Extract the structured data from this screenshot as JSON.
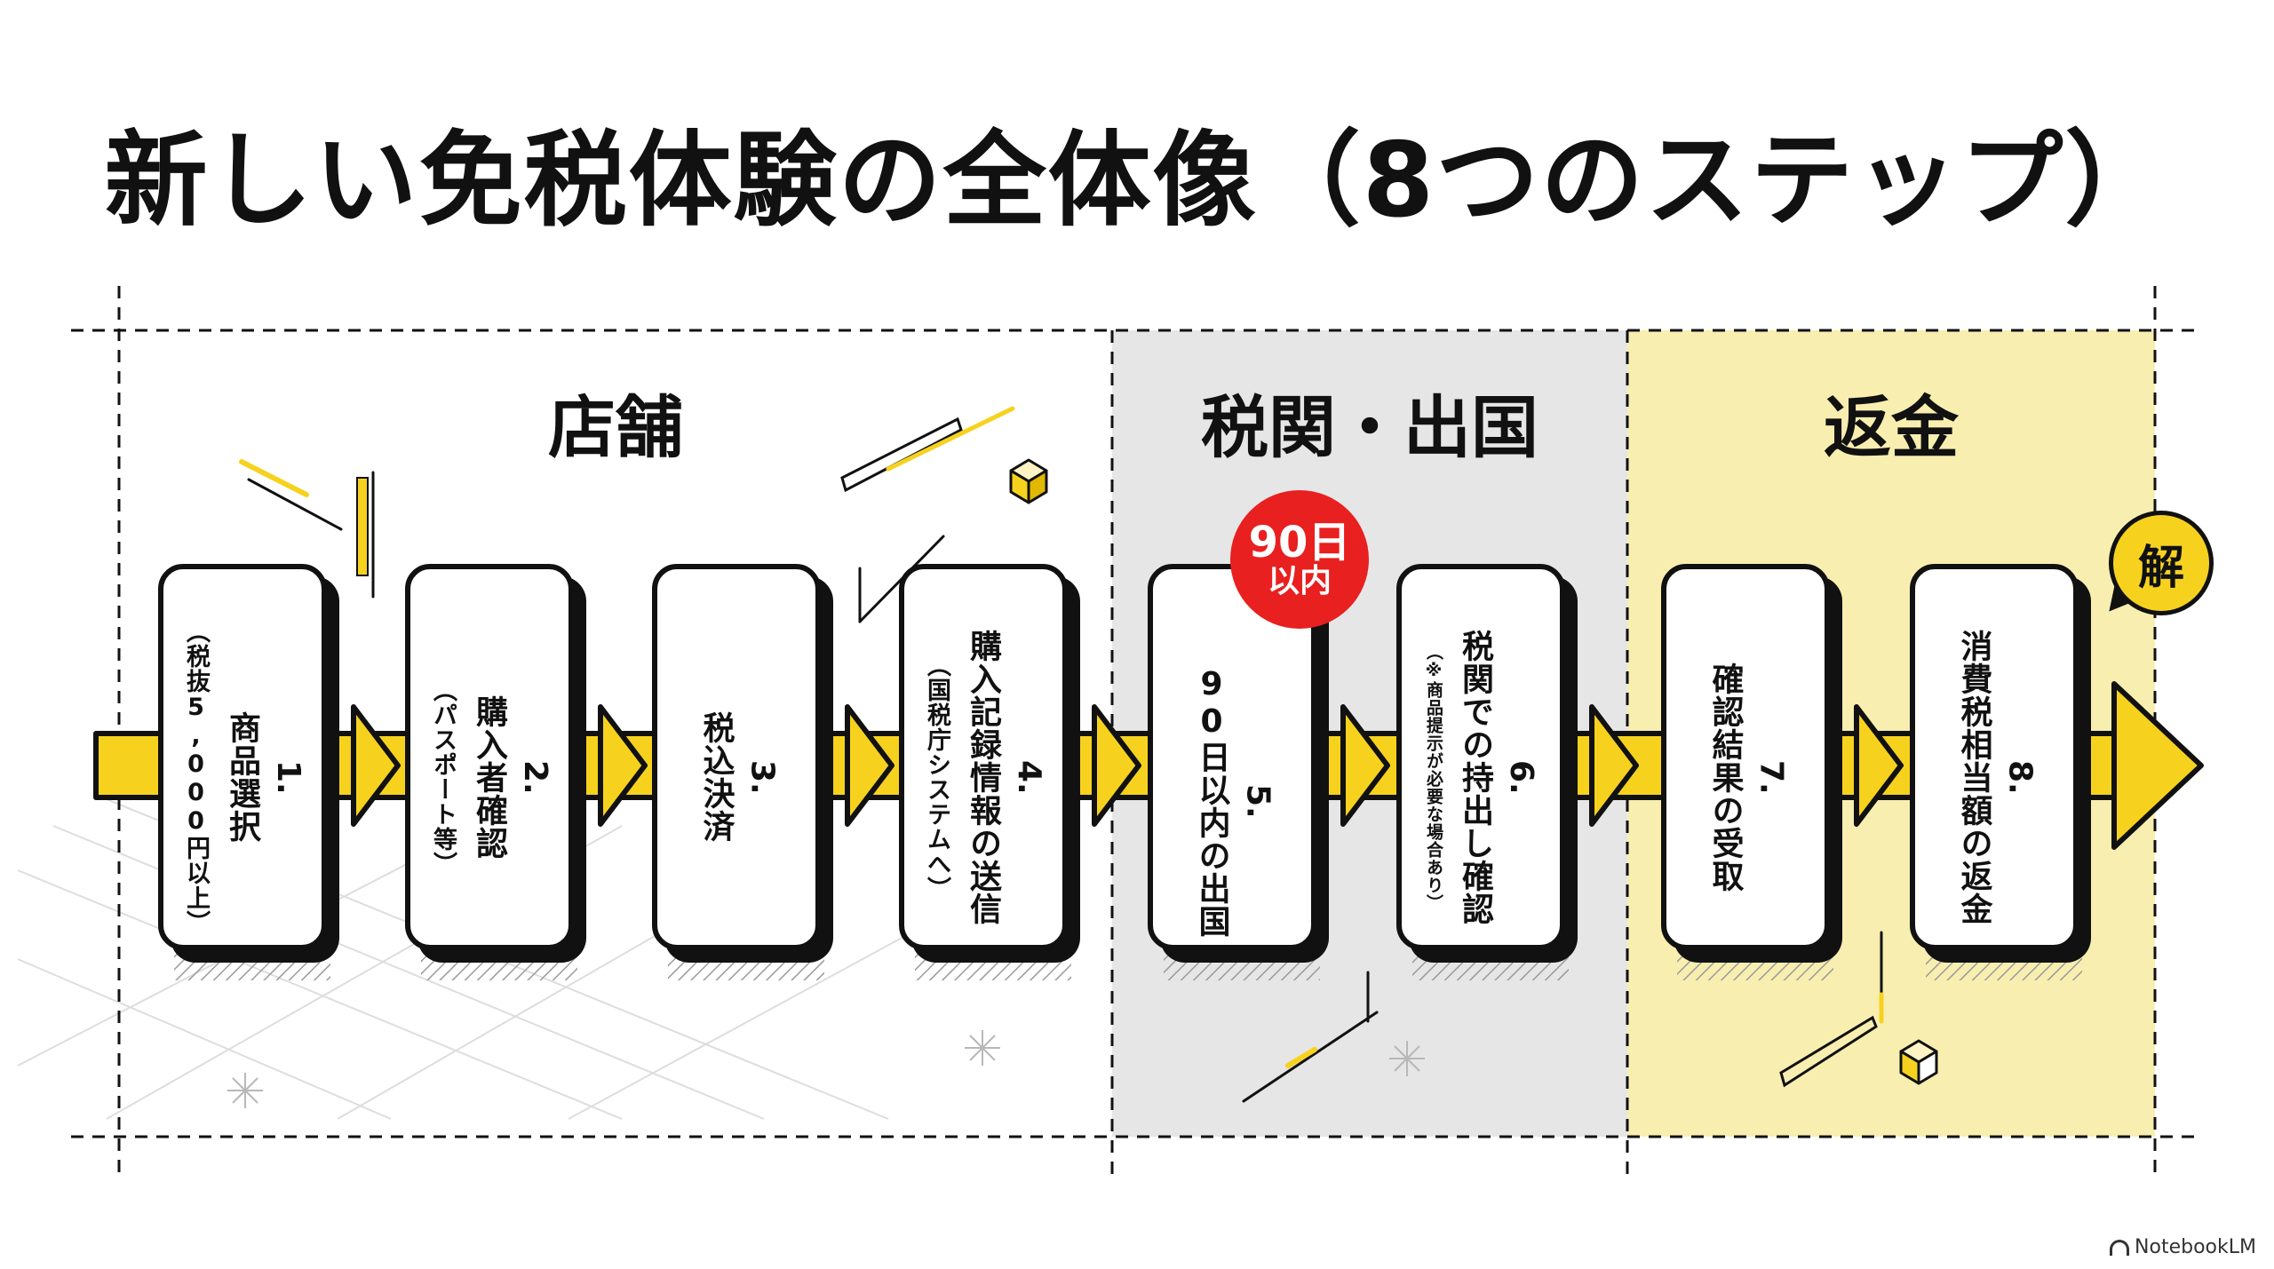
{
  "title": "新しい免税体験の全体像（8つのステップ）",
  "sections": [
    {
      "label": "店舗"
    },
    {
      "label": "税関・出国"
    },
    {
      "label": "返金"
    }
  ],
  "steps": [
    {
      "num": "1.",
      "title": "商品選択",
      "note": "（税抜5,000円以上）"
    },
    {
      "num": "2.",
      "title": "購入者確認",
      "note": "（パスポート等）"
    },
    {
      "num": "3.",
      "title": "税込決済",
      "note": ""
    },
    {
      "num": "4.",
      "title": "購入記録情報の送信",
      "note": "（国税庁システムへ）"
    },
    {
      "num": "5.",
      "title": "90日以内の出国",
      "note": ""
    },
    {
      "num": "6.",
      "title": "税関での持出し確認",
      "note": "（※商品提示が必要な場合あり）"
    },
    {
      "num": "7.",
      "title": "確認結果の受取",
      "note": ""
    },
    {
      "num": "8.",
      "title": "消費税相当額の返金",
      "note": ""
    }
  ],
  "badge": {
    "top": "90日",
    "bottom": "以内"
  },
  "bubble": {
    "text": "解"
  },
  "logo": {
    "text": "NotebookLM"
  },
  "colors": {
    "accent_yellow": "#f6d21f",
    "badge_red": "#e8201f",
    "customs_bg": "#e6e6e6",
    "refund_bg": "#f8eeb0",
    "ink": "#111111"
  }
}
